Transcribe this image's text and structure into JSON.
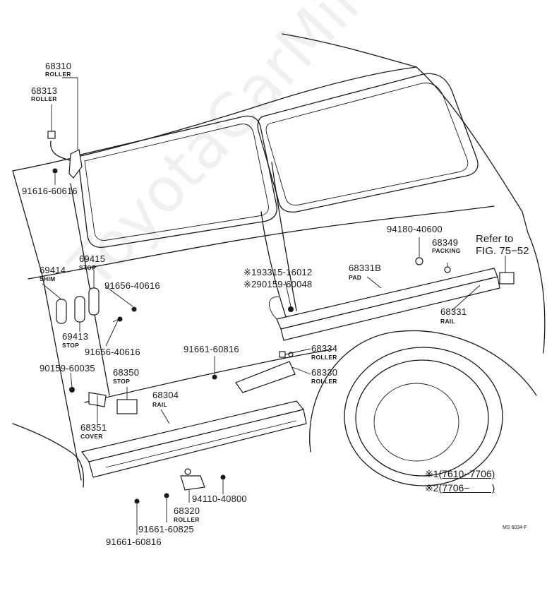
{
  "parts": [
    {
      "id": "p68310",
      "number": "68310",
      "name": "ROLLER"
    },
    {
      "id": "p68313",
      "number": "68313",
      "name": "ROLLER"
    },
    {
      "id": "p91616",
      "number": "91616-60616",
      "name": ""
    },
    {
      "id": "p69415",
      "number": "69415",
      "name": "STOP"
    },
    {
      "id": "p69414",
      "number": "69414",
      "name": "SHIM"
    },
    {
      "id": "p91656a",
      "number": "91656-40616",
      "name": ""
    },
    {
      "id": "p69413",
      "number": "69413",
      "name": "STOP"
    },
    {
      "id": "p91656b",
      "number": "91656-40616",
      "name": ""
    },
    {
      "id": "p90159a",
      "number": "90159-60035",
      "name": ""
    },
    {
      "id": "p68350",
      "number": "68350",
      "name": "STOP"
    },
    {
      "id": "p68304",
      "number": "68304",
      "name": "RAIL"
    },
    {
      "id": "p68351",
      "number": "68351",
      "name": "COVER"
    },
    {
      "id": "p91661a",
      "number": "91661-60816",
      "name": ""
    },
    {
      "id": "p68334",
      "number": "68334",
      "name": "ROLLER"
    },
    {
      "id": "p68330",
      "number": "68330",
      "name": "ROLLER"
    },
    {
      "id": "p94180",
      "number": "94180-40600",
      "name": ""
    },
    {
      "id": "p68349",
      "number": "68349",
      "name": "PACKING"
    },
    {
      "id": "p68331b",
      "number": "68331B",
      "name": "PAD"
    },
    {
      "id": "p68331",
      "number": "68331",
      "name": "RAIL"
    },
    {
      "id": "p94110",
      "number": "94110-40800",
      "name": ""
    },
    {
      "id": "p68320",
      "number": "68320",
      "name": "ROLLER"
    },
    {
      "id": "p91661b",
      "number": "91661-60825",
      "name": ""
    },
    {
      "id": "p91661c",
      "number": "91661-60816",
      "name": ""
    }
  ],
  "variants": [
    {
      "marker": "※1",
      "number": "93315-16012"
    },
    {
      "marker": "※2",
      "number": "90159-60048"
    }
  ],
  "reference": {
    "line1": "Refer to",
    "line2": "FIG. 75−52"
  },
  "legend": [
    {
      "marker": "※1",
      "range": "(7610−7706)"
    },
    {
      "marker": "※2",
      "range": "(7706−        )"
    }
  ],
  "figure_code": "MS 6034-F",
  "watermark": "ToyotaCarMiner.ru"
}
